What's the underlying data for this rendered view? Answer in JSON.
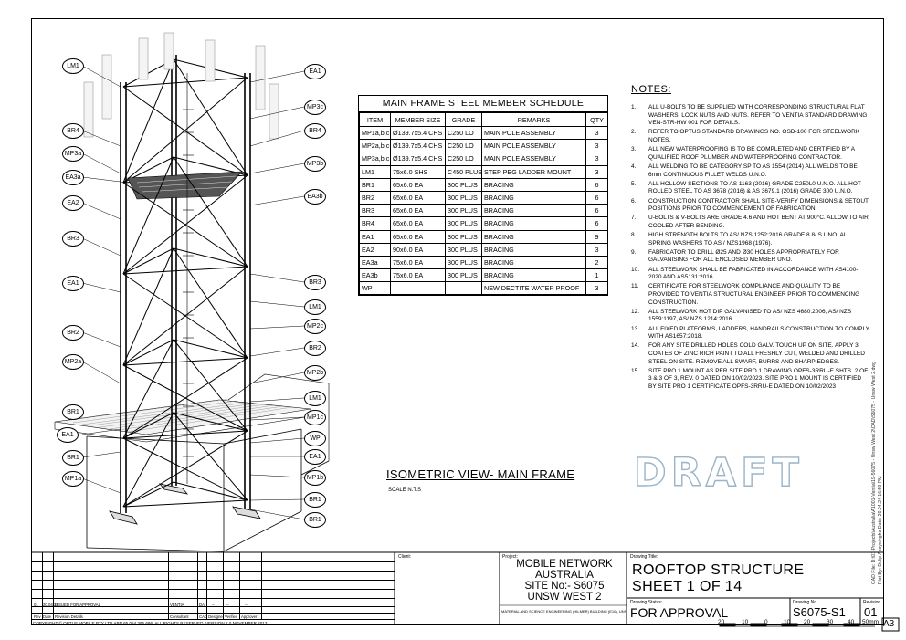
{
  "callouts_left": [
    "LM1",
    "BR4",
    "MP3a",
    "EA3a",
    "EA2",
    "BR3",
    "EA1",
    "BR2",
    "MP2a",
    "BR1",
    "EA1",
    "BR1",
    "MP1a"
  ],
  "callouts_right": [
    "EA1",
    "MP3c",
    "BR4",
    "MP3b",
    "EA3b",
    "BR3",
    "LM1",
    "MP2c",
    "BR2",
    "MP2b",
    "LM1",
    "MP1c",
    "WP",
    "EA1",
    "MP1b",
    "BR1",
    "BR1"
  ],
  "schedule": {
    "title": "MAIN FRAME STEEL MEMBER SCHEDULE",
    "headers": [
      "ITEM",
      "MEMBER SIZE",
      "GRADE",
      "REMARKS",
      "QTY"
    ],
    "rows": [
      [
        "MP1a,b,c",
        "Ø139.7x5.4 CHS",
        "C250 LO",
        "MAIN POLE ASSEMBLY",
        "3"
      ],
      [
        "MP2a,b,c",
        "Ø139.7x5.4 CHS",
        "C250 LO",
        "MAIN POLE ASSEMBLY",
        "3"
      ],
      [
        "MP3a,b,c",
        "Ø139.7x5.4 CHS",
        "C250 LO",
        "MAIN POLE ASSEMBLY",
        "3"
      ],
      [
        "LM1",
        "75x6.0 SHS",
        "C450 PLUS",
        "STEP PEG LADDER MOUNT",
        "3"
      ],
      [
        "BR1",
        "65x6.0 EA",
        "300 PLUS",
        "BRACING",
        "6"
      ],
      [
        "BR2",
        "65x6.0 EA",
        "300 PLUS",
        "BRACING",
        "6"
      ],
      [
        "BR3",
        "65x6.0 EA",
        "300 PLUS",
        "BRACING",
        "6"
      ],
      [
        "BR4",
        "65x6.0 EA",
        "300 PLUS",
        "BRACING",
        "6"
      ],
      [
        "EA1",
        "65x6.0 EA",
        "300 PLUS",
        "BRACING",
        "9"
      ],
      [
        "EA2",
        "90x6.0 EA",
        "300 PLUS",
        "BRACING",
        "3"
      ],
      [
        "EA3a",
        "75x6.0 EA",
        "300 PLUS",
        "BRACING",
        "2"
      ],
      [
        "EA3b",
        "75x6.0 EA",
        "300 PLUS",
        "BRACING",
        "1"
      ],
      [
        "WP",
        "–",
        "–",
        "NEW DECTITE WATER PROOF",
        "3"
      ]
    ]
  },
  "notes": {
    "heading": "NOTES:",
    "items": [
      {
        "n": "1.",
        "text": "ALL U-BOLTS TO BE SUPPLIED WITH CORRESPONDING STRUCTURAL FLAT WASHERS, LOCK NUTS AND NUTS. REFER TO VENTIA STANDARD DRAWING VEN-STR-HW 001 FOR DETAILS."
      },
      {
        "n": "2.",
        "text": "REFER TO OPTUS STANDARD DRAWINGS NO. OSD-100 FOR STEELWORK NOTES."
      },
      {
        "n": "3.",
        "text": "ALL NEW WATERPROOFING IS TO BE COMPLETED AND CERTIFIED BY A QUALIFIED ROOF PLUMBER AND WATERPROOFING CONTRACTOR."
      },
      {
        "n": "4.",
        "text": "ALL WELDING TO BE CATEGORY SP TO AS 1554 (2014) ALL WELDS TO BE 6mm CONTINUOUS FILLET WELDS U.N.O."
      },
      {
        "n": "5.",
        "text": "ALL HOLLOW SECTIONS TO AS 1163 (2016) GRADE C250L0 U.N.O. ALL HOT ROLLED STEEL TO AS 3678 (2016) & AS 3679.1 (2016) GRADE 300 U.N.O."
      },
      {
        "n": "6.",
        "text": "CONSTRUCTION CONTRACTOR SHALL SITE-VERIFY DIMENSIONS & SETOUT POSITIONS PRIOR TO COMMENCEMENT OF FABRICATION."
      },
      {
        "n": "7.",
        "text": "U-BOLTS & V-BOLTS ARE GRADE 4.6 AND HOT BENT AT 900°C. ALLOW TO AIR COOLED AFTER BENDING."
      },
      {
        "n": "8.",
        "text": "HIGH STRENGTH BOLTS TO AS/ NZS 1252:2016 GRADE 8.8/ S UNO. ALL SPRING WASHERS TO AS / NZS1968 (1976)."
      },
      {
        "n": "9.",
        "text": "FABRICATOR TO DRILL Ø25 AND Ø30 HOLES APPROPRIATELY FOR GALVANISING FOR ALL ENCLOSED MEMBER UNO."
      },
      {
        "n": "10.",
        "text": "ALL STEELWORK SHALL BE FABRICATED IN ACCORDANCE WITH AS4100-2020 AND AS5131:2016."
      },
      {
        "n": "11.",
        "text": "CERTIFICATE FOR STEELWORK COMPLIANCE AND QUALITY TO BE PROVIDED TO VENTIA STRUCTURAL ENGINEER PRIOR TO COMMENCING CONSTRUCTION."
      },
      {
        "n": "12.",
        "text": "ALL STEELWORK HOT DIP GALVANISED TO AS/ NZS 4680:2006, AS/ NZS 1559:1197, AS/ NZS 1214:2016"
      },
      {
        "n": "13.",
        "text": "ALL FIXED PLATFORMS, LADDERS, HANDRAILS CONSTRUCTION TO COMPLY WITH AS1657:2018."
      },
      {
        "n": "14.",
        "text": "FOR ANY SITE DRILLED HOLES COLD GALV. TOUCH UP ON SITE. APPLY 3 COATES OF ZINC RICH PAINT TO ALL FRESHLY CUT, WELDED AND DRILLED STEEL ON SITE. REMOVE ALL SWARF, BURRS AND SHARP EDGES."
      },
      {
        "n": "15.",
        "text": "SITE PRO 1 MOUNT AS PER SITE PRO 1 DRAWING OPFS-3RRU-E SHTS. 2 OF 3 & 3 OF 3, REV. 0 DATED ON 10/02/2023. SITE PRO 1 MOUNT IS CERTIFIED BY SITE PRO 1 CERTIFICATE OPFS-3RRU-E DATED ON 10/02/2023"
      }
    ]
  },
  "view": {
    "title": "ISOMETRIC VIEW- MAIN FRAME",
    "scale": "SCALE N.T.S"
  },
  "watermark": "DRAFT",
  "side_text": [
    "CAD File: D:\\01-Projects\\Australia\\A1001-Ventia\\19-56075 - Unsw West 2\\CAD\\S6075 - Unsw West 2.dwg",
    "Plot By: Dulip Abeysinghe   Date: 20.04.24 16:59 PM"
  ],
  "revision_table": {
    "row": {
      "rev": "01",
      "date": "20.04.24",
      "desc": "ISSUED FOR APPROVAL",
      "consultant": "VENTIA",
      "cad": "DA",
      "designer": "--",
      "verifier": "--",
      "approver": "--"
    },
    "headers": [
      "Rev",
      "Date",
      "Revision Details",
      "Consultant",
      "CAD",
      "Designer",
      "Verifier",
      "Approver"
    ]
  },
  "client_label": "Client:",
  "project": {
    "label": "Project:",
    "lines": [
      "MOBILE NETWORK",
      "AUSTRALIA",
      "SITE No:- S6075",
      "UNSW WEST 2"
    ],
    "sub": "MATERIAL AND SCIENCE ENGINEERING (HILMER) BUILDING (E10), UNSW CAMPUS"
  },
  "drawing": {
    "title_label": "Drawing Title:",
    "title_lines": [
      "ROOFTOP STRUCTURE",
      "SHEET 1 OF 14"
    ],
    "status_label": "Drawing Status:",
    "status": "FOR APPROVAL",
    "number_label": "Drawing No.",
    "number": "S6075-S1",
    "revision_label": "Revision",
    "revision": "01",
    "sheet_size": "A3"
  },
  "copyright": "COPYRIGHT © OPTUS MOBILE PTY LTD  ABN 65 054 365 696. ALL RIGHTS RESERVED. VERSION 2.0 NOVEMBER 2013",
  "scale_bar": {
    "labels": [
      "20",
      "10",
      "0",
      "10",
      "20",
      "30",
      "40",
      "50mm"
    ]
  }
}
